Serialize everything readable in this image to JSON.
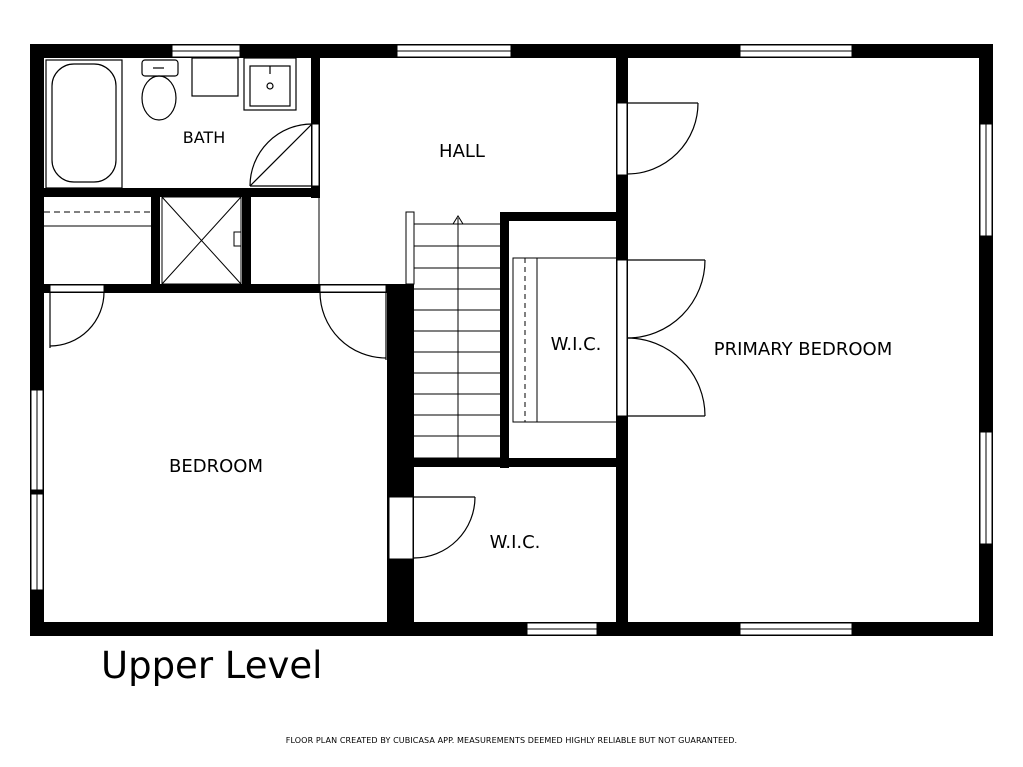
{
  "rooms": {
    "bath": "BATH",
    "hall": "HALL",
    "bedroom": "BEDROOM",
    "wic_upper": "W.I.C.",
    "wic_lower": "W.I.C.",
    "primary_bedroom": "PRIMARY BEDROOM"
  },
  "title": "Upper Level",
  "footer": "FLOOR PLAN CREATED BY CUBICASA APP. MEASUREMENTS DEEMED HIGHLY RELIABLE BUT NOT GUARANTEED.",
  "colors": {
    "wall": "#000000",
    "background": "#ffffff"
  },
  "icons": [
    "bathtub-icon",
    "toilet-icon",
    "sink-icon",
    "shower-icon",
    "stairs-arrow-icon"
  ]
}
